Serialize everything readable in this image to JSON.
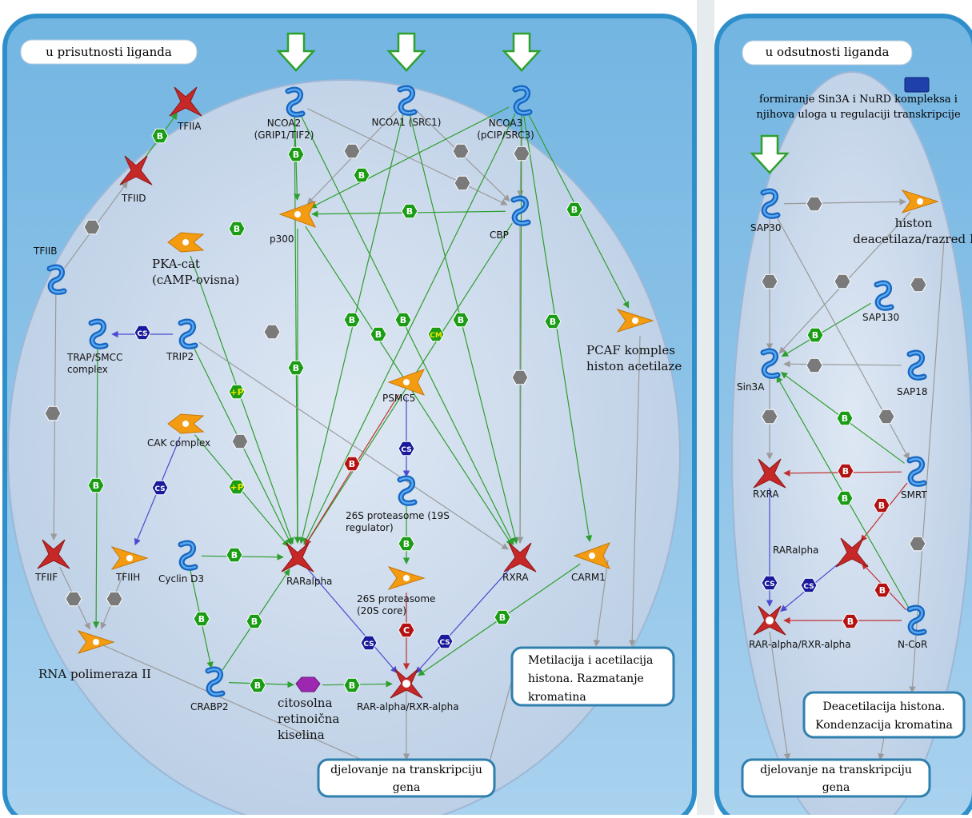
{
  "panels": {
    "left_title": "u prisutnosti liganda",
    "right_title": "u odsutnosti liganda"
  },
  "left": {
    "nodes": {
      "tfiia": "TFIIA",
      "tfiid": "TFIID",
      "tfiib": "TFIIB",
      "ncoa2": [
        "NCOA2",
        "(GRIP1/TIF2)"
      ],
      "ncoa1": "NCOA1 (SRC1)",
      "ncoa3": [
        "NCOA3",
        "(pCIP/SRC3)"
      ],
      "p300": "p300",
      "cbp": "CBP",
      "pka": [
        "PKA-cat",
        "(cAMP-ovisna)"
      ],
      "trap": [
        "TRAP/SMCC",
        "complex"
      ],
      "trip2": "TRIP2",
      "pcaf": [
        "PCAF komples",
        "histon acetilaze"
      ],
      "psmc5": "PSMC5",
      "cak": "CAK complex",
      "proteasome19": [
        "26S proteasome (19S",
        "regulator)"
      ],
      "proteasome20": [
        "26S proteasome",
        "(20S core)"
      ],
      "tfiif": "TFIIF",
      "tfiih": "TFIIH",
      "cyclin": "Cyclin D3",
      "raralpha": "RARalpha",
      "rxra": "RXRA",
      "carm1": "CARM1",
      "rnapol": "RNA polimeraza II",
      "crabp2": "CRABP2",
      "retinoic": [
        "citosolna",
        "retinoična",
        "kiselina"
      ],
      "complex": "RAR-alpha/RXR-alpha"
    },
    "boxes": {
      "methylation": [
        "Metilacija i acetilacija",
        "histona. Razmatanje",
        "kromatina"
      ],
      "transcription": [
        "djelovanje na transkripciju",
        "gena"
      ]
    }
  },
  "right": {
    "note": [
      "formiranje Sin3A i NuRD kompleksa i",
      "njihova uloga u regulaciji transkripcije"
    ],
    "nodes": {
      "sap30": "SAP30",
      "hdac": [
        "histon",
        "deacetilaza/razred I"
      ],
      "sap130": "SAP130",
      "sin3a": "Sin3A",
      "sap18": "SAP18",
      "rxra": "RXRA",
      "smrt": "SMRT",
      "raralpha": "RARalpha",
      "complex": "RAR-alpha/RXR-alpha",
      "ncor": "N-CoR"
    },
    "boxes": {
      "deacetylation": [
        "Deacetilacija histona.",
        "Kondenzacija kromatina"
      ],
      "transcription": [
        "djelovanje na transkripciju",
        "gena"
      ]
    }
  },
  "badges": {
    "binding": "B",
    "cleavage_sub": "CS",
    "phospho": "+P",
    "competition": "C",
    "methyl": "CM"
  },
  "colors": {
    "panel_bg": "#a9cfe9",
    "panel_border": "#3f9bd0",
    "cell_fill": "#c9d9ec",
    "binding_badge": "#1a9c14",
    "unspecified_badge": "#7a7a7a",
    "inhibit_badge": "#b31212",
    "cleavage_badge": "#1a1a9c",
    "protein_blue": "#1976d2",
    "enzyme_orange": "#f39c12",
    "receptor_red": "#c62828",
    "compound_purple": "#9c27b0",
    "arrow_green": "#2e9e2e",
    "arrow_gray": "#9a9a9a",
    "arrow_red": "#c03030",
    "arrow_blue": "#4a4ad0"
  },
  "icons": [
    "down-arrow-icon",
    "protein-icon",
    "enzyme-icon",
    "receptor-icon",
    "compound-icon",
    "block-icon"
  ]
}
